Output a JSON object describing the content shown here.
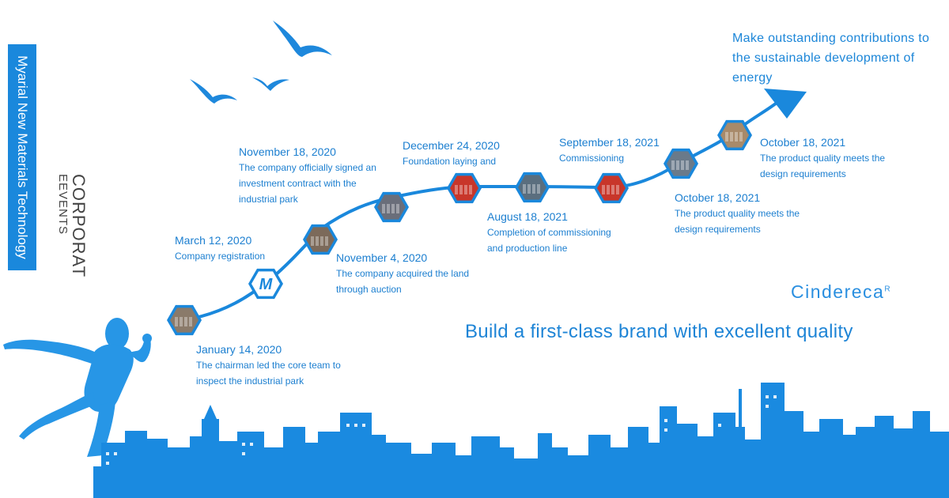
{
  "side_banner": "Myarial New Materials Technology",
  "corporate_line1": "CORPORAT",
  "corporate_line2": "EEVENTS",
  "goal": "Make outstanding contributions to the sustainable development of energy",
  "brand_name": "Cindereca",
  "brand_mark": "R",
  "slogan": "Build a first-class brand with excellent quality",
  "colors": {
    "primary": "#1a88dc",
    "text": "#1c7fd0",
    "city": "#1a8ae0"
  },
  "events": [
    {
      "date": "January 14, 2020",
      "lines": [
        "The chairman led the core team to",
        "inspect the industrial park"
      ]
    },
    {
      "date": "March 12, 2020",
      "lines": [
        "Company registration"
      ]
    },
    {
      "date": "November 4, 2020",
      "lines": [
        "The company acquired the land",
        "through auction"
      ]
    },
    {
      "date": "November 18, 2020",
      "lines": [
        "The company officially signed an",
        "investment contract with the",
        "industrial park"
      ]
    },
    {
      "date": "December 24, 2020",
      "lines": [
        "Foundation laying and"
      ]
    },
    {
      "date": "August 18, 2021",
      "lines": [
        "Completion of commissioning",
        "and production line"
      ]
    },
    {
      "date": "September 18, 2021",
      "lines": [
        "Commissioning"
      ]
    },
    {
      "date": "October 18, 2021",
      "lines": [
        "The product quality meets the",
        "design requirements"
      ]
    },
    {
      "date": "October 18, 2021",
      "lines": [
        "The product quality meets the",
        "design requirements"
      ]
    }
  ],
  "node_icons": [
    "team-photo",
    "company-logo",
    "meeting-photo",
    "signing-photo",
    "ceremony-photo",
    "factory-interior-photo",
    "ceremony-photo",
    "production-line-photo",
    "warehouse-photo"
  ]
}
